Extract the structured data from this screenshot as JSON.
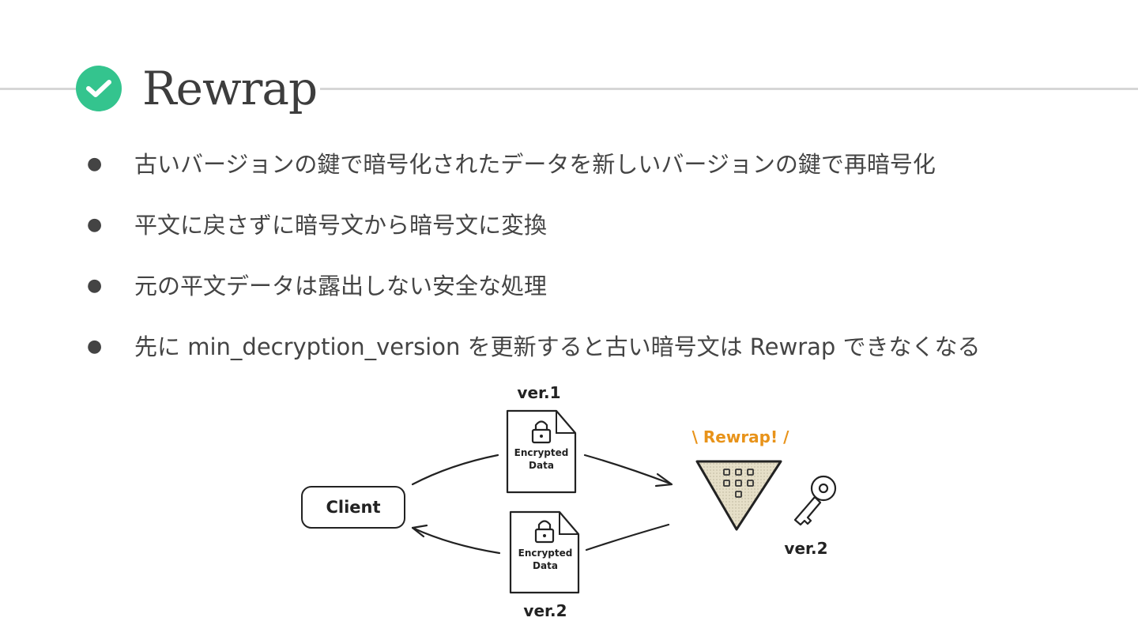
{
  "slide": {
    "title": "Rewrap",
    "bullets": [
      "古いバージョンの鍵で暗号化されたデータを新しいバージョンの鍵で再暗号化",
      "平文に戻さずに暗号文から暗号文に変換",
      "元の平文データは露出しない安全な処理",
      "先に min_decryption_version を更新すると古い暗号文は Rewrap できなくなる"
    ]
  },
  "diagram": {
    "client_label": "Client",
    "doc_top": {
      "version": "ver.1",
      "line1": "Encrypted",
      "line2": "Data"
    },
    "doc_bottom": {
      "version": "ver.2",
      "line1": "Encrypted",
      "line2": "Data"
    },
    "rewrap_label": "\\ Rewrap! /",
    "key_version": "ver.2",
    "colors": {
      "accent": "#e8931a",
      "check": "#34c48e",
      "vault_fill": "#e6dfc8"
    }
  }
}
